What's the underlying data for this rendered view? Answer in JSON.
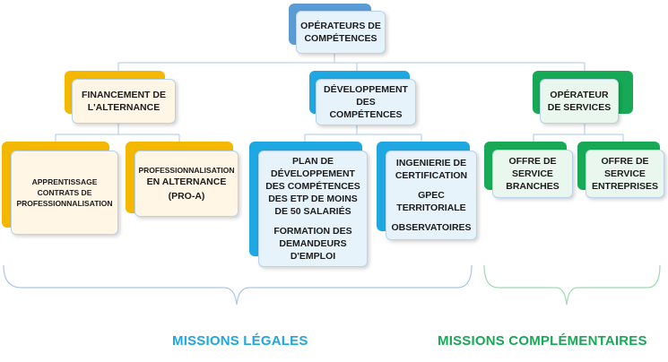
{
  "colors": {
    "blue_top": "#5b9bd5",
    "yellow": "#f5b800",
    "cyan": "#1ea7e0",
    "green": "#17a956",
    "line": "#a9c8e4",
    "missions_legales": "#1ea7e0",
    "missions_complementaires": "#17a956"
  },
  "root": {
    "line1": "OPÉRATEURS DE",
    "line2": "COMPÉTENCES"
  },
  "branches": {
    "financement": {
      "line1": "FINANCEMENT DE",
      "line2": "L'ALTERNANCE"
    },
    "developpement": {
      "line1": "DÉVELOPPEMENT",
      "line2": "DES",
      "line3": "COMPÉTENCES"
    },
    "operateur": {
      "line1": "OPÉRATEUR",
      "line2": "DE SERVICES"
    }
  },
  "leaves": {
    "apprentissage": {
      "line1": "APPRENTISSAGE",
      "line2": "CONTRATS DE",
      "line3": "PROFESSIONNALISATION"
    },
    "pro_a": {
      "line1": "PROFESSIONNALISATION",
      "line2": "EN ALTERNANCE",
      "line3": "(PRO-A)"
    },
    "plan": {
      "line1": "PLAN DE",
      "line2": "DÉVELOPPEMENT",
      "line3": "DES COMPÉTENCES",
      "line4": "DES ETP DE MOINS",
      "line5": "DE 50 SALARIÉS",
      "line6": "FORMATION DES",
      "line7": "DEMANDEURS",
      "line8": "D'EMPLOI"
    },
    "ingenierie": {
      "line1": "INGENIERIE DE",
      "line2": "CERTIFICATION",
      "line3": "GPEC",
      "line4": "TERRITORIALE",
      "line5": "OBSERVATOIRES"
    },
    "offre_branches": {
      "line1": "OFFRE DE",
      "line2": "SERVICE",
      "line3": "BRANCHES"
    },
    "offre_entreprises": {
      "line1": "OFFRE DE",
      "line2": "SERVICE",
      "line3": "ENTREPRISES"
    }
  },
  "footer": {
    "missions_legales": "MISSIONS LÉGALES",
    "missions_complementaires": "MISSIONS COMPLÉMENTAIRES"
  }
}
